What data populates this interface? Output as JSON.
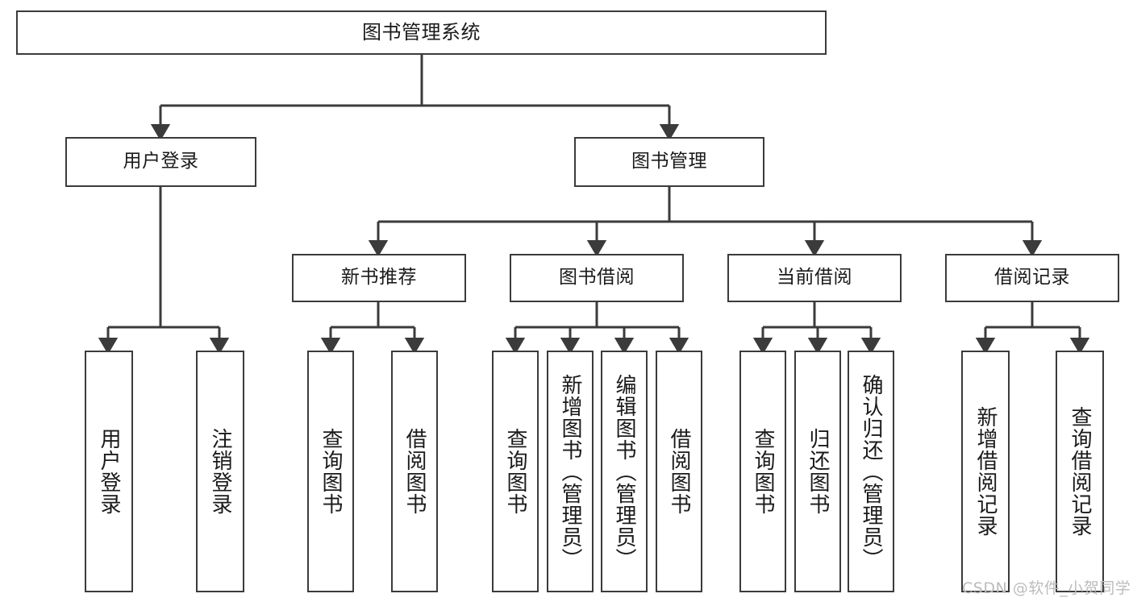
{
  "diagram": {
    "title": "图书管理系统",
    "type": "tree-hierarchy",
    "watermark": "CSDN @软件_小贺同学",
    "colors": {
      "background": "#ffffff",
      "node_border": "#3b3b3b",
      "node_fill": "#ffffff",
      "text": "#1a1a1a",
      "edge": "#3b3b3b",
      "watermark": "#bcbcbc"
    }
  },
  "nodes": {
    "root": {
      "label": "图书管理系统"
    },
    "level2": [
      {
        "label": "用户登录"
      },
      {
        "label": "图书管理"
      }
    ],
    "level3": [
      {
        "label": "新书推荐"
      },
      {
        "label": "图书借阅"
      },
      {
        "label": "当前借阅"
      },
      {
        "label": "借阅记录"
      }
    ],
    "leaves": {
      "user_login": [
        {
          "label": "用户登录"
        },
        {
          "label": "注销登录"
        }
      ],
      "new_book_recommend": [
        {
          "label": "查询图书"
        },
        {
          "label": "借阅图书"
        }
      ],
      "book_borrow": [
        {
          "label": "查询图书"
        },
        {
          "label": "新增图书（管理员）"
        },
        {
          "label": "编辑图书（管理员）"
        },
        {
          "label": "借阅图书"
        }
      ],
      "current_borrow": [
        {
          "label": "查询图书"
        },
        {
          "label": "归还图书"
        },
        {
          "label": "确认归还（管理员）"
        }
      ],
      "borrow_record": [
        {
          "label": "新增借阅记录"
        },
        {
          "label": "查询借阅记录"
        }
      ]
    }
  }
}
